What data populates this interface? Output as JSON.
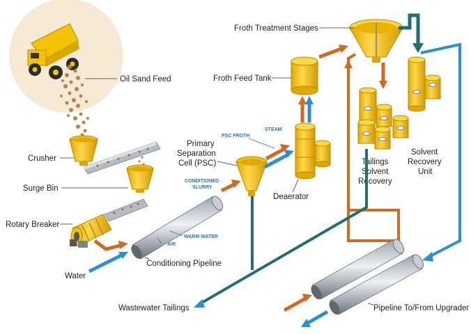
{
  "labels": {
    "froth_treatment_stages": "Froth Treatment Stages",
    "oil_sand_feed": "Oil Sand Feed",
    "froth_feed_tank": "Froth Feed Tank",
    "primary_separation_cell_line1": "Primary",
    "primary_separation_cell_line2": "Separation",
    "primary_separation_cell_line3": "Cell (PSC)",
    "crusher": "Crusher",
    "surge_bin": "Surge Bin",
    "rotary_breaker": "Rotary Breaker",
    "water": "Water",
    "conditioning_pipeline": "Conditioning Pipeline",
    "deaerator": "Deaerator",
    "tailings_solvent_recovery_line1": "Tailings",
    "tailings_solvent_recovery_line2": "Solvent",
    "tailings_solvent_recovery_line3": "Recovery",
    "solvent_recovery_unit_line1": "Solvent",
    "solvent_recovery_unit_line2": "Recovery",
    "solvent_recovery_unit_line3": "Unit",
    "wastewater_tailings": "Wastewater Tailings",
    "pipeline_to_from_upgrader": "Pipeline To/From Upgrader"
  },
  "flow_tags": {
    "psc_froth": "PSC FROTH",
    "steam": "STEAM",
    "conditioned_line1": "CONDITIONED",
    "conditioned_line2": "SLURRY",
    "warm_water": "WARM WATER",
    "air": "AIR"
  },
  "colors": {
    "equipment_yellow": "#f5c400",
    "bitumen_orange": "#d2691e",
    "water_blue": "#2a8fd6",
    "solvent_teal": "#1f6f73",
    "feed_circle": "#f6ead5"
  }
}
